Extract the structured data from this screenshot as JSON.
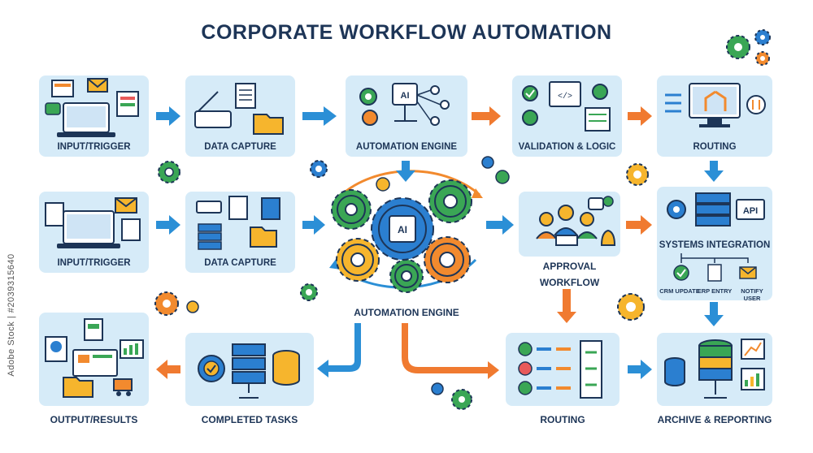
{
  "title": "CORPORATE WORKFLOW AUTOMATION",
  "stock_id": "Adobe Stock | #2039315640",
  "row1": [
    {
      "label": "INPUT/TRIGGER"
    },
    {
      "label": "DATA CAPTURE"
    },
    {
      "label": "AUTOMATION ENGINE"
    },
    {
      "label": "VALIDATION & LOGIC"
    },
    {
      "label": "ROUTING"
    }
  ],
  "row2": [
    {
      "label": "INPUT/TRIGGER"
    },
    {
      "label": "DATA CAPTURE"
    }
  ],
  "center": {
    "label": "AUTOMATION ENGINE",
    "chip": "AI"
  },
  "approval": {
    "line1": "APPROVAL",
    "line2": "WORKFLOW"
  },
  "systems": {
    "label": "SYSTEMS INTEGRATION",
    "api": "API",
    "sub": [
      "CRM UPDATE",
      "ERP ENTRY",
      "NOTIFY USER"
    ]
  },
  "row3": [
    {
      "label": "OUTPUT/RESULTS"
    },
    {
      "label": "COMPLETED TASKS"
    },
    {
      "label": "ROUTING"
    },
    {
      "label": "ARCHIVE & REPORTING"
    }
  ],
  "engine_chip": "AI",
  "colors": {
    "card_bg": "#d6ebf8",
    "navy": "#1d3557",
    "blue_arrow": "#2b8fd6",
    "orange_arrow": "#f07a30",
    "gear_green": "#3aa655",
    "gear_orange": "#f28a2e",
    "gear_blue": "#2b7fd0",
    "gear_yellow": "#f6b52d"
  }
}
